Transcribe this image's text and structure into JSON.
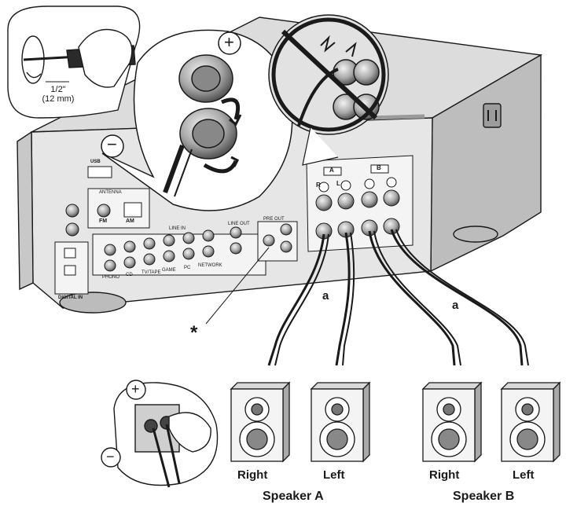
{
  "strip_length": {
    "inch": "1/2\"",
    "mm": "(12 mm)"
  },
  "polarity": {
    "plus": "+",
    "minus": "−"
  },
  "wire_label": "a",
  "asterisk": "*",
  "jack_labels": {
    "antenna": "ANTENNA",
    "fm": "FM",
    "am": "AM",
    "line_in": "LINE IN",
    "line_out": "LINE OUT",
    "pre_out": "PRE OUT",
    "digital_in": "DIGITAL IN",
    "usb": "USB",
    "phono": "PHONO",
    "cd": "CD",
    "tv_tape": "TV/TAPE",
    "game": "GAME",
    "pc": "PC",
    "network": "NETWORK",
    "r": "R",
    "l": "L"
  },
  "terminal_groups": [
    "A",
    "B"
  ],
  "speakers": [
    {
      "name": "Right",
      "group": "A"
    },
    {
      "name": "Left",
      "group": "A"
    },
    {
      "name": "Right",
      "group": "B"
    },
    {
      "name": "Left",
      "group": "B"
    }
  ],
  "speaker_groups": [
    "Speaker A",
    "Speaker B"
  ],
  "colors": {
    "line": "#1a1a1a",
    "panel": "#e8e8e8",
    "body": "#d2d2d2",
    "dark": "#3a3a3a"
  }
}
